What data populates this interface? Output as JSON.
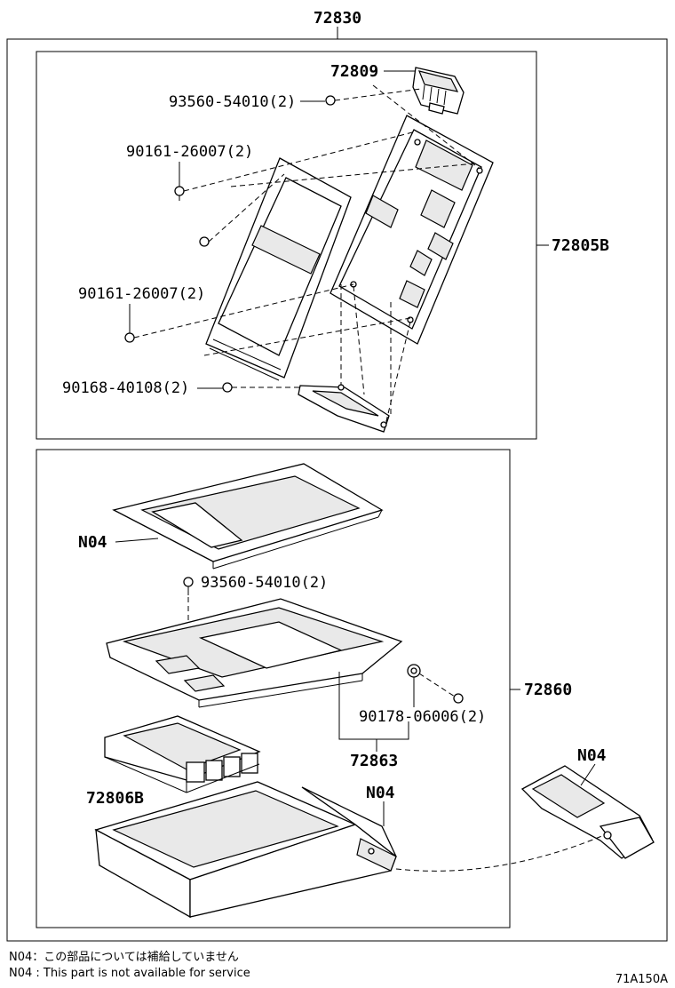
{
  "assembly": {
    "main_part": "72830"
  },
  "upper_group": {
    "part_number": "72805B",
    "callouts": [
      {
        "id": "72809",
        "text": "72809"
      },
      {
        "id": "93560-54010-top",
        "text": "93560-54010(2)"
      },
      {
        "id": "90161-26007-a",
        "text": "90161-26007(2)"
      },
      {
        "id": "90161-26007-b",
        "text": "90161-26007(2)"
      },
      {
        "id": "90168-40108",
        "text": "90168-40108(2)"
      }
    ]
  },
  "lower_group": {
    "part_number": "72860",
    "callouts": [
      {
        "id": "n04-tray",
        "text": "N04"
      },
      {
        "id": "93560-54010-mid",
        "text": "93560-54010(2)"
      },
      {
        "id": "90178-06006",
        "text": "90178-06006(2)"
      },
      {
        "id": "72863",
        "text": "72863"
      },
      {
        "id": "72806B",
        "text": "72806B"
      },
      {
        "id": "n04-box",
        "text": "N04"
      }
    ]
  },
  "outside_callouts": [
    {
      "id": "n04-hinge",
      "text": "N04"
    }
  ],
  "footnotes": {
    "jp": "N04：この部品については補給していません",
    "en": "N04 : This part is not available for service"
  },
  "diagram_code": "71A150A"
}
